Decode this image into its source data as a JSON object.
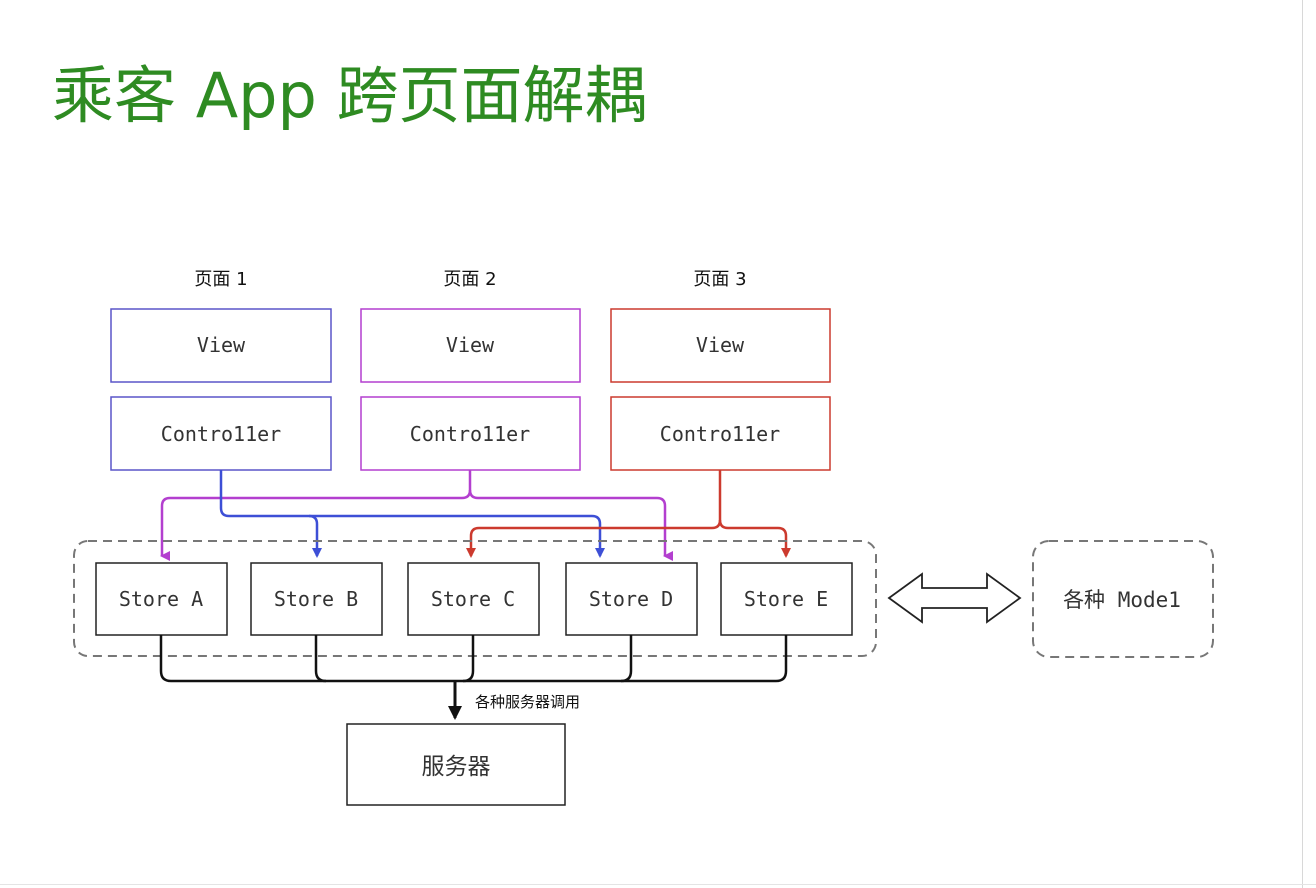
{
  "title": "乘客 App 跨页面解耦",
  "pages": [
    {
      "heading": "页面 1",
      "view_label": "View",
      "controller_label": "Contro11er",
      "color": "#5a55c8"
    },
    {
      "heading": "页面 2",
      "view_label": "View",
      "controller_label": "Contro11er",
      "color": "#b33fcf"
    },
    {
      "heading": "页面 3",
      "view_label": "View",
      "controller_label": "Contro11er",
      "color": "#cc3a2e"
    }
  ],
  "stores": [
    "Store A",
    "Store B",
    "Store C",
    "Store D",
    "Store E"
  ],
  "model_box_label": "各种 Mode1",
  "server_call_label": "各种服务器调用",
  "server_label": "服务器",
  "colors": {
    "title": "#2e8b22",
    "page1_arrow": "#3d4fd6",
    "page2_arrow": "#b33fcf",
    "page3_arrow": "#cc3a2e",
    "server_arrow": "#111111",
    "dashed_border": "#777777"
  }
}
